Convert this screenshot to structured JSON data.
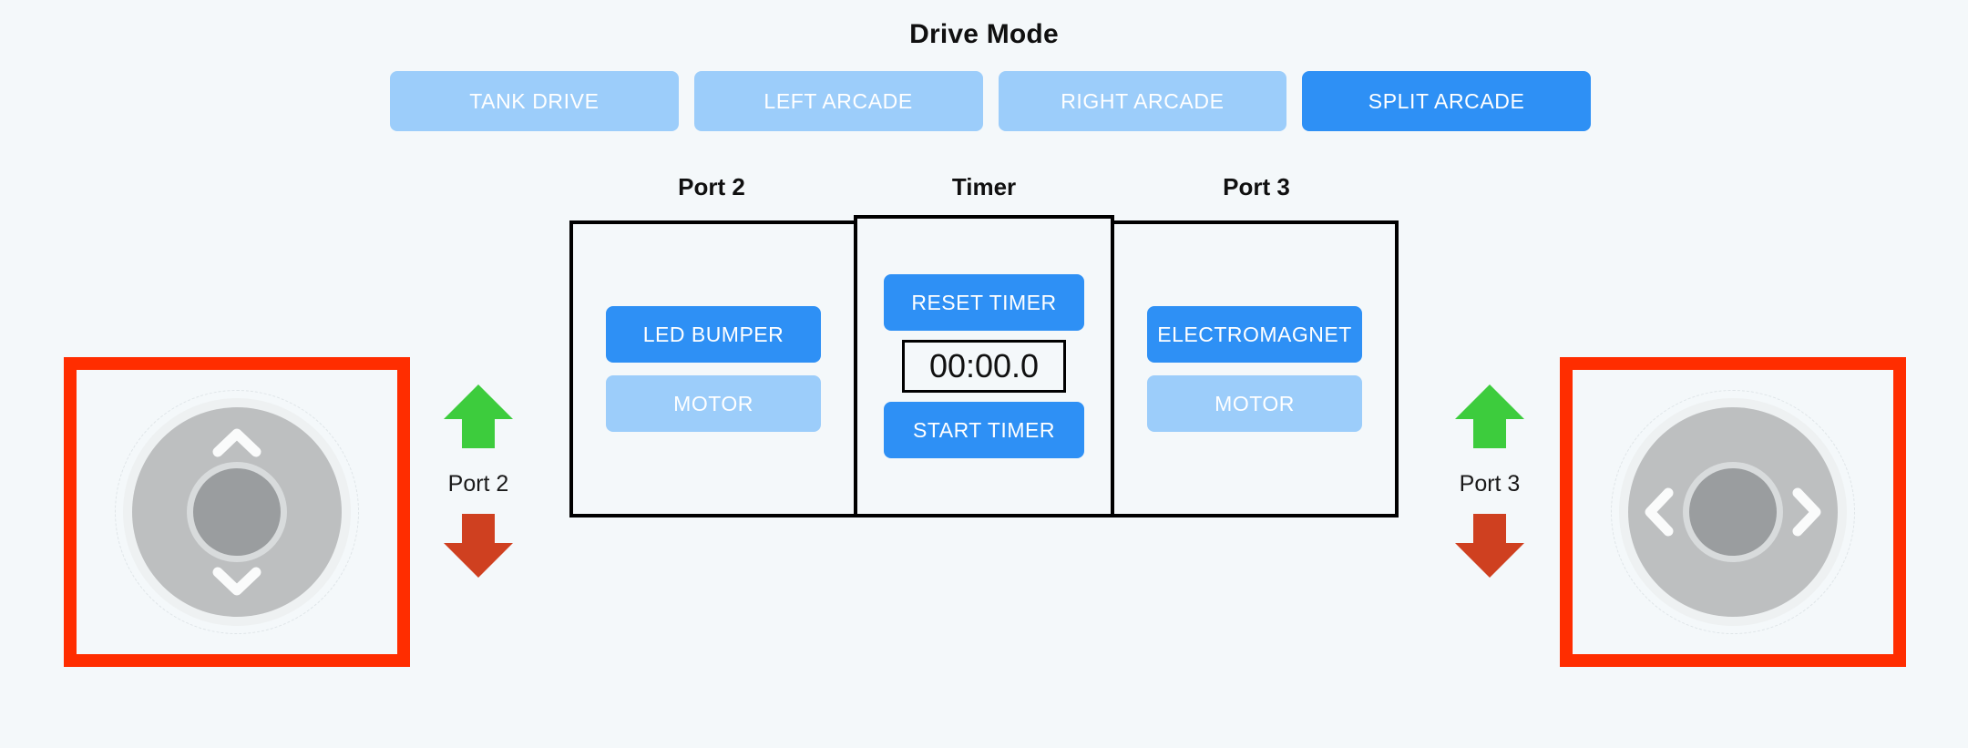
{
  "page": {
    "background_color": "#f4f8fa"
  },
  "drive_mode": {
    "title": "Drive Mode",
    "active_color": "#2e90f5",
    "inactive_color": "#9ccdfa",
    "modes": [
      {
        "label": "TANK DRIVE",
        "active": false
      },
      {
        "label": "LEFT ARCADE",
        "active": false
      },
      {
        "label": "RIGHT ARCADE",
        "active": false
      },
      {
        "label": "SPLIT ARCADE",
        "active": true
      }
    ]
  },
  "panel": {
    "border_color": "#000000",
    "port2": {
      "header": "Port 2",
      "buttons": [
        {
          "label": "LED BUMPER",
          "active": true
        },
        {
          "label": "MOTOR",
          "active": false
        }
      ]
    },
    "timer": {
      "header": "Timer",
      "reset_label": "RESET TIMER",
      "start_label": "START TIMER",
      "display": "00:00.0"
    },
    "port3": {
      "header": "Port 3",
      "buttons": [
        {
          "label": "ELECTROMAGNET",
          "active": true
        },
        {
          "label": "MOTOR",
          "active": false
        }
      ]
    }
  },
  "joysticks": {
    "frame_color": "#ff2d00",
    "left": {
      "axis": "vertical",
      "up_icon": "chevron-up-icon",
      "down_icon": "chevron-down-icon"
    },
    "right": {
      "axis": "horizontal",
      "left_icon": "chevron-left-icon",
      "right_icon": "chevron-right-icon"
    }
  },
  "port_indicators": {
    "up_arrow_color": "#3dcc3d",
    "down_arrow_color": "#cf4020",
    "port2": {
      "label": "Port 2",
      "up_icon": "arrow-up-icon",
      "down_icon": "arrow-down-icon"
    },
    "port3": {
      "label": "Port 3",
      "up_icon": "arrow-up-icon",
      "down_icon": "arrow-down-icon"
    }
  }
}
